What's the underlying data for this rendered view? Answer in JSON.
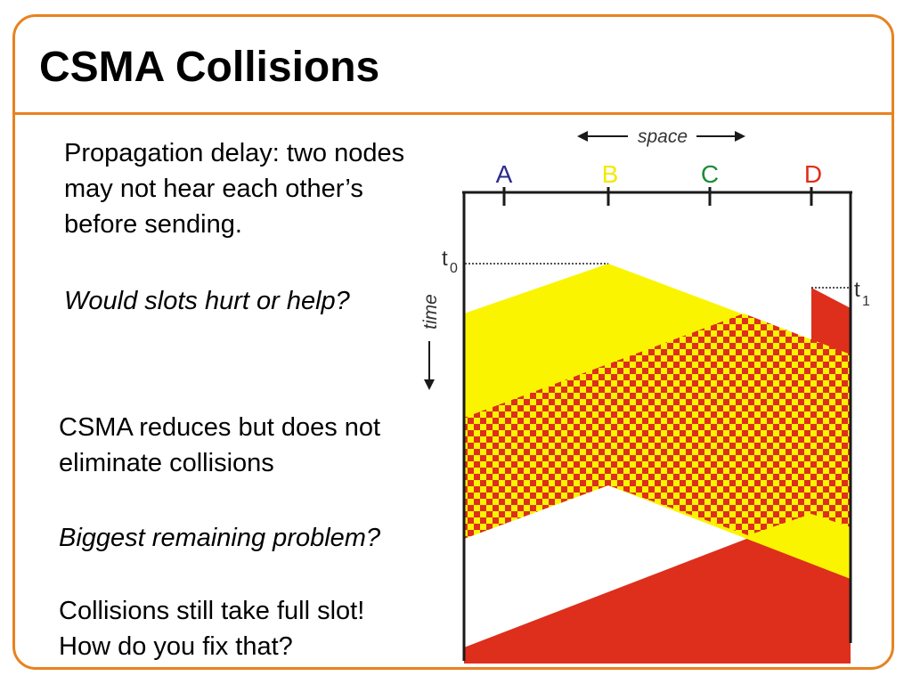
{
  "slide": {
    "title": "CSMA Collisions",
    "text1": "Propagation delay: two nodes may not hear each other’s before sending.",
    "question1": "Would slots hurt or help?",
    "text2": "CSMA reduces but does not eliminate collisions",
    "question2": "Biggest remaining problem?",
    "answer_line1": "Collisions still take full slot!",
    "answer_line2": "How do you fix that?"
  },
  "diagram": {
    "space_label": "space",
    "time_label": "time",
    "t0_label": "t",
    "t0_sub": "0",
    "t1_label": "t",
    "t1_sub": "1",
    "nodes": [
      {
        "label": "A",
        "color": "#2b2a8c"
      },
      {
        "label": "B",
        "color": "#f2ea00"
      },
      {
        "label": "C",
        "color": "#1e8c3a"
      },
      {
        "label": "D",
        "color": "#e02d1b"
      }
    ],
    "colors": {
      "yellow": "#fbf400",
      "red": "#dd2f1c",
      "frame": "#e8821e"
    }
  }
}
